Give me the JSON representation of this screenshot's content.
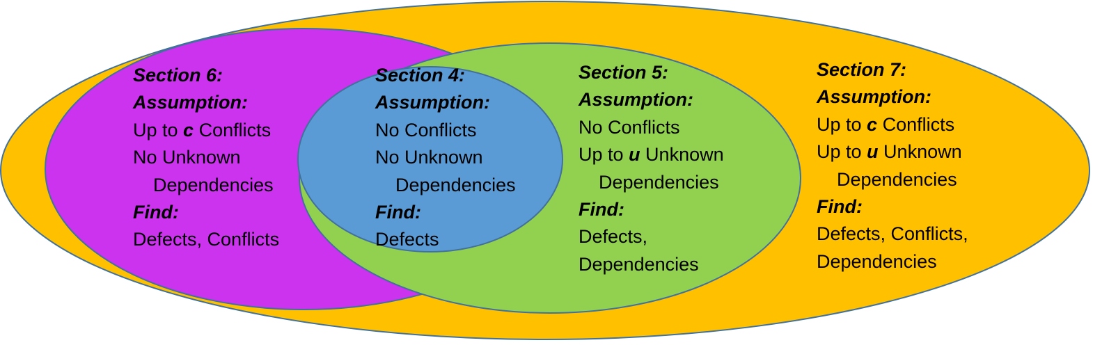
{
  "colors": {
    "section7_fill": "#FFC000",
    "section6_fill": "#CC33EE",
    "section5_fill": "#92D050",
    "section4_fill": "#5B9BD5",
    "outline": "#41719C"
  },
  "sections": {
    "s6": {
      "title": "Section 6:",
      "assumption_label": "Assumption:",
      "conflicts": {
        "pre": "Up to ",
        "var": "c",
        "post": " Conflicts"
      },
      "unknown_1": "No Unknown",
      "unknown_2": "Dependencies",
      "find_label": "Find:",
      "find_1": "Defects, Conflicts"
    },
    "s4": {
      "title": "Section 4:",
      "assumption_label": "Assumption:",
      "conflicts": "No Conflicts",
      "unknown_1": "No Unknown",
      "unknown_2": "Dependencies",
      "find_label": "Find:",
      "find_1": "Defects"
    },
    "s5": {
      "title": "Section 5:",
      "assumption_label": "Assumption:",
      "conflicts": "No Conflicts",
      "unknown": {
        "pre": "Up to ",
        "var": "u",
        "post": " Unknown"
      },
      "unknown_2": "Dependencies",
      "find_label": "Find:",
      "find_1": "Defects,",
      "find_2": "Dependencies"
    },
    "s7": {
      "title": "Section 7:",
      "assumption_label": "Assumption:",
      "conflicts": {
        "pre": "Up to ",
        "var": "c",
        "post": " Conflicts"
      },
      "unknown": {
        "pre": "Up to ",
        "var": "u",
        "post": " Unknown"
      },
      "unknown_2": "Dependencies",
      "find_label": "Find:",
      "find_1": "Defects, Conflicts,",
      "find_2": "Dependencies"
    }
  }
}
